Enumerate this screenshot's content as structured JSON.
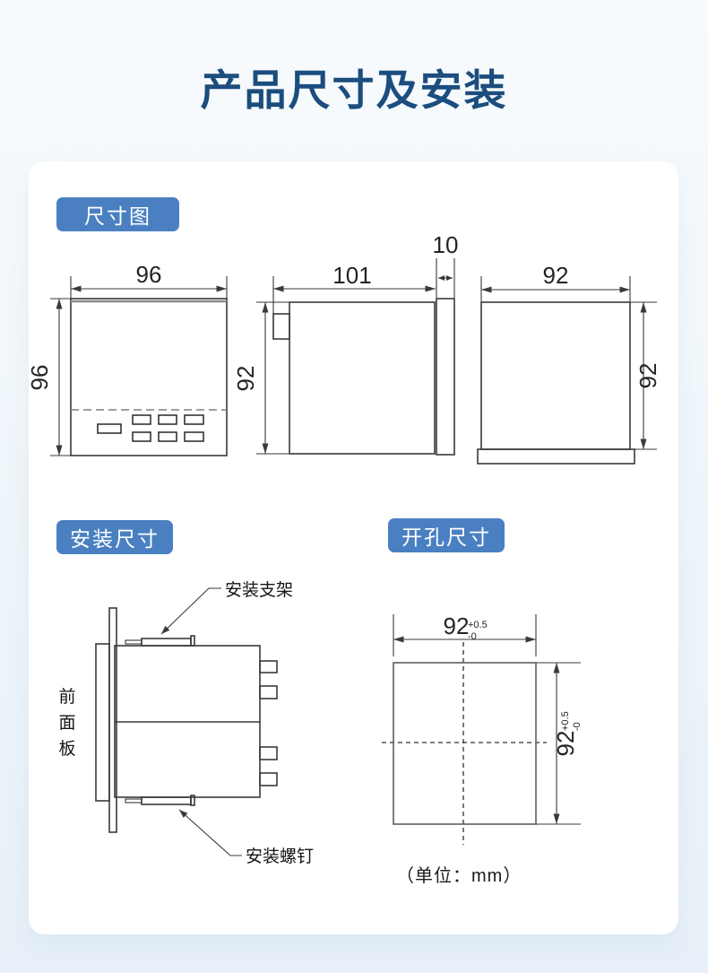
{
  "page": {
    "title": "产品尺寸及安装",
    "unit_note": "（单位：mm）"
  },
  "sections": {
    "dimension": "尺寸图",
    "installation": "安装尺寸",
    "cutout": "开孔尺寸"
  },
  "front_view": {
    "width": "96",
    "height": "96"
  },
  "side_view": {
    "depth": "101",
    "bezel_thickness": "10",
    "height": "92"
  },
  "rear_view": {
    "width": "92",
    "height": "92"
  },
  "installation_view": {
    "bracket_label": "安装支架",
    "screw_label": "安装螺钉",
    "front_panel_label": "前面板"
  },
  "cutout_view": {
    "width": "92",
    "width_tol_upper": "+0.5",
    "width_tol_lower": "-0",
    "height": "92",
    "height_tol_upper": "+0.5",
    "height_tol_lower": "-0"
  },
  "colors": {
    "title_text": "#1b4d7e",
    "badge_bg": "#4a80c1",
    "badge_text": "#ffffff",
    "drawing_line": "#3a3a3a",
    "page_bg_top": "#f7fbfd",
    "page_bg_bottom": "#e7f0f8",
    "card_bg": "#ffffff"
  }
}
